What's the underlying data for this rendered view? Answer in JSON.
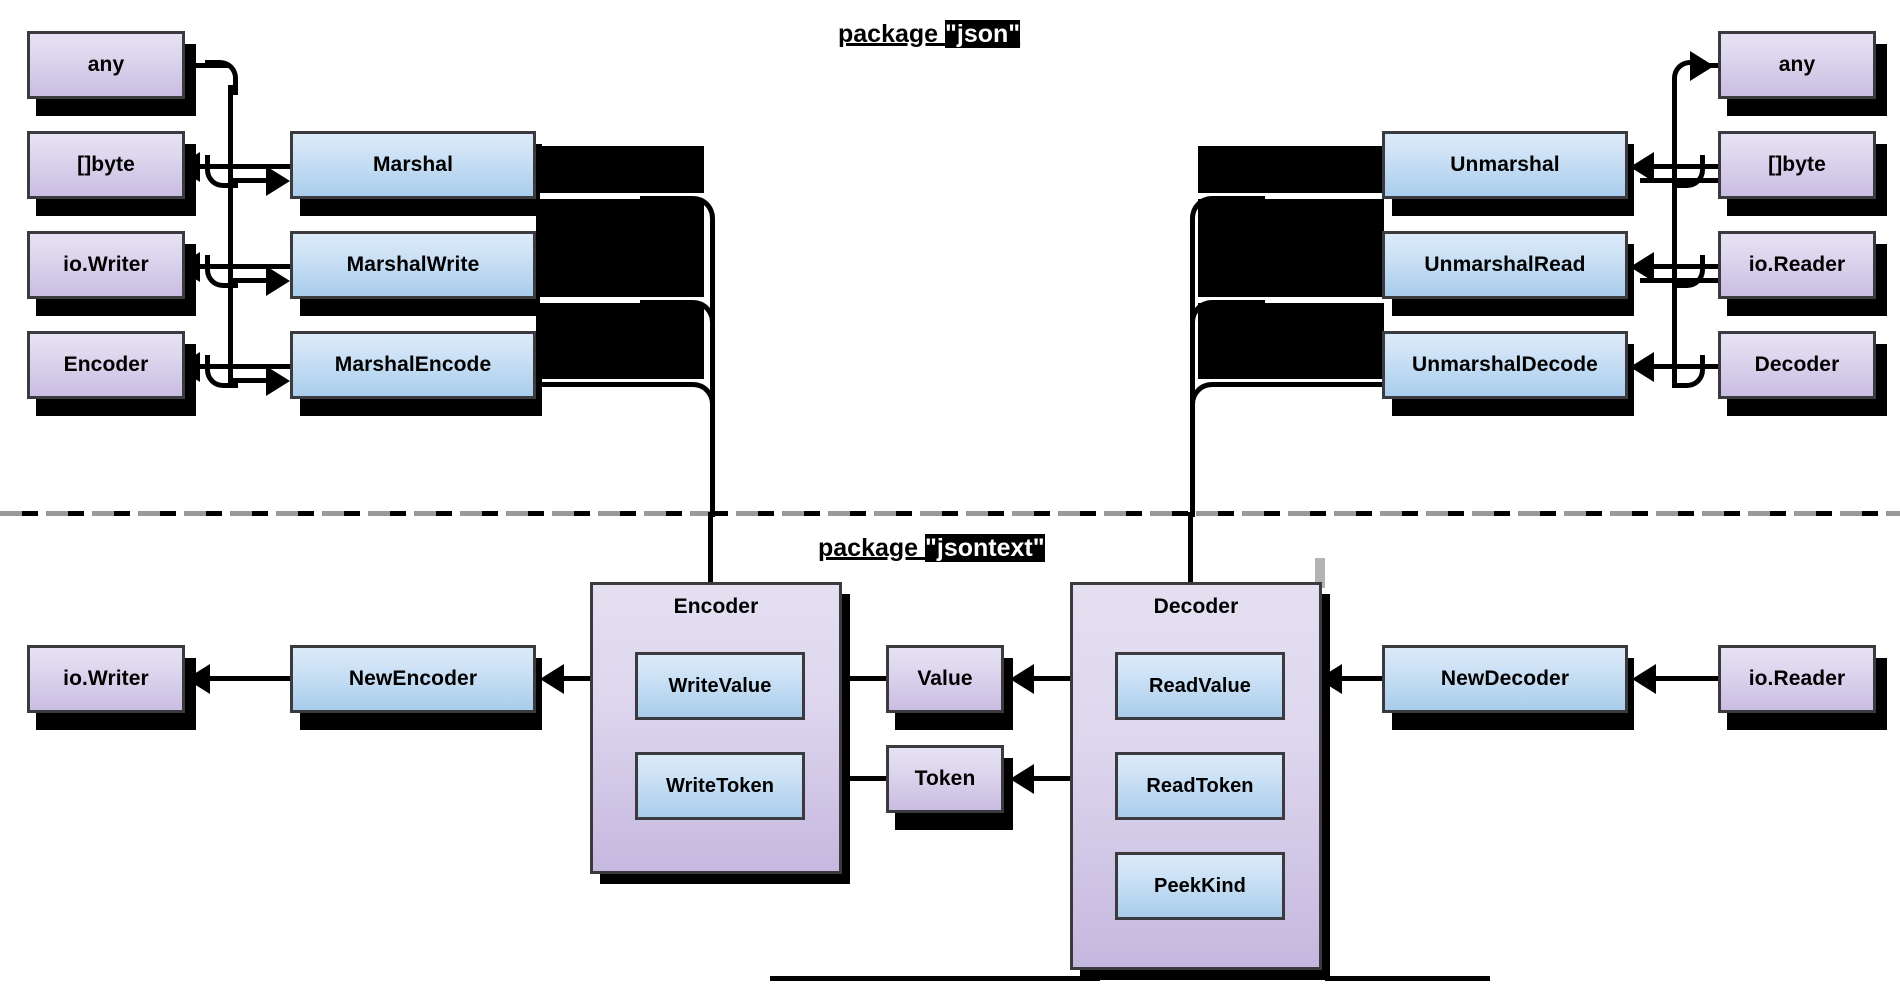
{
  "diagram": {
    "title_json": {
      "prefix": "package ",
      "quoted": "\"json\""
    },
    "title_jsontext": {
      "prefix": "package ",
      "quoted": "\"jsontext\""
    }
  },
  "packages": [
    {
      "name": "json",
      "label": "package \"json\""
    },
    {
      "name": "jsontext",
      "label": "package \"jsontext\""
    }
  ],
  "colors": {
    "type_node_fill": "#ded7ee",
    "func_node_fill": "#cfe3f6",
    "group_fill": "#d9d0ec",
    "border": "#3b3b3f",
    "connector": "#000000",
    "divider": "#9a9a9a",
    "background": "#ffffff"
  },
  "json_package": {
    "marshal_side": {
      "types": [
        {
          "label": "any"
        },
        {
          "label": "[]byte"
        },
        {
          "label": "io.Writer"
        },
        {
          "label": "Encoder"
        }
      ],
      "functions": [
        {
          "label": "Marshal"
        },
        {
          "label": "MarshalWrite"
        },
        {
          "label": "MarshalEncode"
        }
      ]
    },
    "unmarshal_side": {
      "functions": [
        {
          "label": "Unmarshal"
        },
        {
          "label": "UnmarshalRead"
        },
        {
          "label": "UnmarshalDecode"
        }
      ],
      "types": [
        {
          "label": "any"
        },
        {
          "label": "[]byte"
        },
        {
          "label": "io.Reader"
        },
        {
          "label": "Decoder"
        }
      ]
    }
  },
  "jsontext_package": {
    "encoder_group": {
      "title": "Encoder",
      "methods": [
        {
          "label": "WriteValue"
        },
        {
          "label": "WriteToken"
        }
      ]
    },
    "decoder_group": {
      "title": "Decoder",
      "methods": [
        {
          "label": "ReadValue"
        },
        {
          "label": "ReadToken"
        },
        {
          "label": "PeekKind"
        }
      ]
    },
    "constructors": [
      {
        "label": "NewEncoder"
      },
      {
        "label": "NewDecoder"
      }
    ],
    "io_types": [
      {
        "label": "io.Writer"
      },
      {
        "label": "io.Reader"
      }
    ],
    "token_types": [
      {
        "label": "Value"
      },
      {
        "label": "Token"
      }
    ]
  }
}
